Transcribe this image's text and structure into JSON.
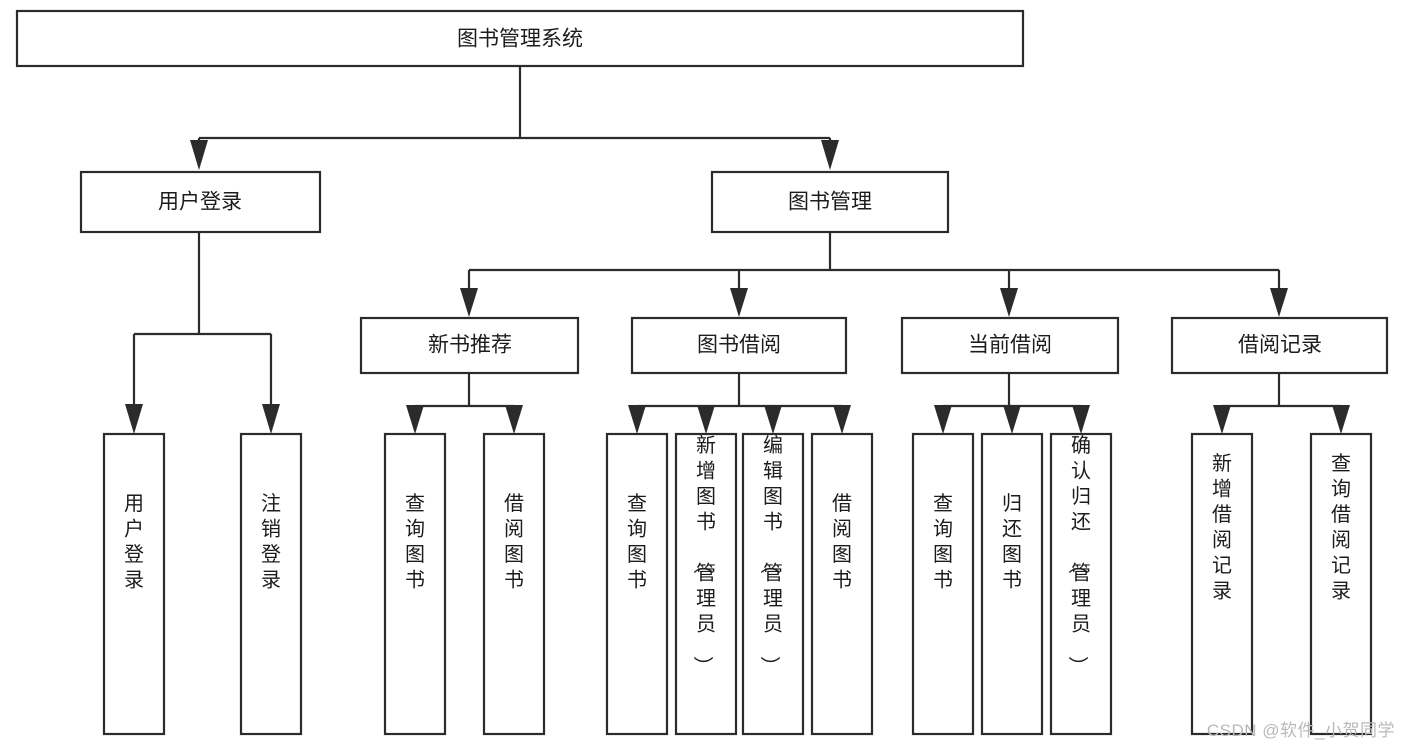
{
  "diagram": {
    "type": "tree",
    "title": "图书管理系统",
    "orientation": "top-down",
    "colors": {
      "stroke": "#2b2b2b",
      "fill": "#ffffff",
      "text": "#1c1c1c",
      "watermark": "#b9b9b9"
    },
    "root": {
      "label": "图书管理系统"
    },
    "level2": [
      {
        "label": "用户登录"
      },
      {
        "label": "图书管理"
      }
    ],
    "level3": [
      {
        "label": "新书推荐"
      },
      {
        "label": "图书借阅"
      },
      {
        "label": "当前借阅"
      },
      {
        "label": "借阅记录"
      }
    ],
    "leaves": {
      "user_login": [
        {
          "label": "用户登录"
        },
        {
          "label": "注销登录"
        }
      ],
      "new_book_recommend": [
        {
          "label": "查询图书"
        },
        {
          "label": "借阅图书"
        }
      ],
      "book_borrow": [
        {
          "label": "查询图书"
        },
        {
          "label": "新增图书（管理员）"
        },
        {
          "label": "编辑图书（管理员）"
        },
        {
          "label": "借阅图书"
        }
      ],
      "current_borrow": [
        {
          "label": "查询图书"
        },
        {
          "label": "归还图书"
        },
        {
          "label": "确认归还（管理员）"
        }
      ],
      "borrow_record": [
        {
          "label": "新增借阅记录"
        },
        {
          "label": "查询借阅记录"
        }
      ]
    }
  },
  "watermark": {
    "text": "CSDN @软件_小贺同学"
  }
}
